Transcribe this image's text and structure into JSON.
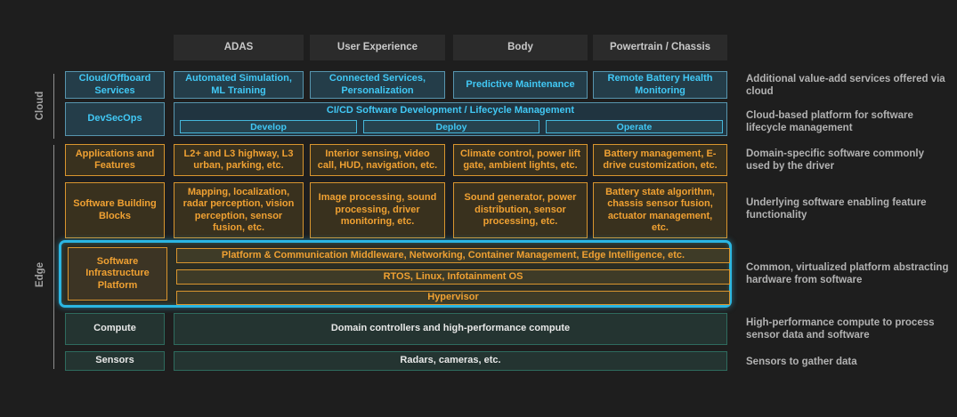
{
  "column_headers": [
    "ADAS",
    "User Experience",
    "Body",
    "Powertrain / Chassis"
  ],
  "groups": {
    "cloud": "Cloud",
    "edge": "Edge"
  },
  "rows": {
    "cloud_services": {
      "label": "Cloud/Offboard Services",
      "cells": [
        "Automated Simulation, ML Training",
        "Connected Services, Personalization",
        "Predictive Maintenance",
        "Remote Battery Health Monitoring"
      ],
      "annotation": "Additional value-add services offered via cloud"
    },
    "devsecops": {
      "label": "DevSecOps",
      "cicd_title": "CI/CD Software Development / Lifecycle Management",
      "stages": [
        "Develop",
        "Deploy",
        "Operate"
      ],
      "annotation": "Cloud-based platform for software lifecycle management"
    },
    "applications": {
      "label": "Applications and Features",
      "cells": [
        "L2+ and L3 highway, L3 urban, parking, etc.",
        "Interior sensing, video call, HUD, navigation, etc.",
        "Climate control, power lift gate, ambient lights, etc.",
        "Battery management, E-drive customization, etc."
      ],
      "annotation": "Domain-specific software commonly used by the driver"
    },
    "building_blocks": {
      "label": "Software Building Blocks",
      "cells": [
        "Mapping, localization, radar perception, vision perception, sensor fusion, etc.",
        "Image processing, sound processing, driver monitoring, etc.",
        "Sound generator, power distribution, sensor processing, etc.",
        "Battery state algorithm, chassis sensor fusion, actuator management, etc."
      ],
      "annotation": "Underlying software enabling feature functionality"
    },
    "infrastructure": {
      "label": "Software Infrastructure Platform",
      "bars": [
        "Platform & Communication Middleware, Networking, Container Management, Edge Intelligence, etc.",
        "RTOS, Linux, Infotainment OS",
        "Hypervisor"
      ],
      "annotation": "Common, virtualized platform abstracting hardware from software"
    },
    "compute": {
      "label": "Compute",
      "cell": "Domain controllers and high-performance compute",
      "annotation": "High-performance compute to process sensor data and software"
    },
    "sensors": {
      "label": "Sensors",
      "cell": "Radars, cameras, etc.",
      "annotation": "Sensors to gather data"
    }
  },
  "colors": {
    "background": "#1e1e1e",
    "cyan_text": "#41c8f5",
    "cyan_border": "#5795ae",
    "orange_text": "#f0a132",
    "orange_border": "#d9952e",
    "teal_border": "#2e6b5e",
    "highlight_cyan": "#2bb6e2",
    "annotation_gray": "#b2b2b2"
  }
}
